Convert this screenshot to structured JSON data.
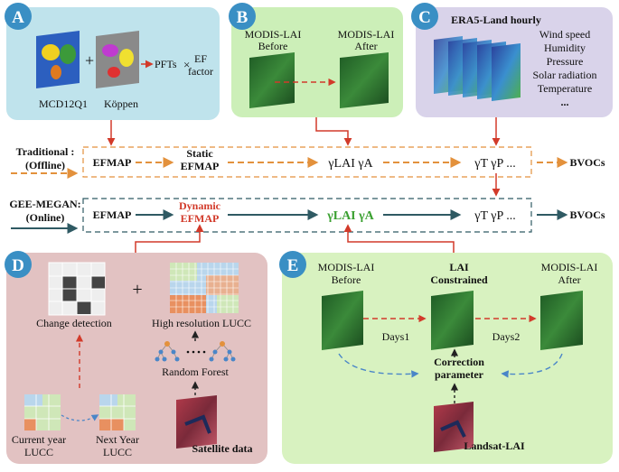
{
  "panel_a": {
    "letter": "A",
    "source_label": "MCD12Q1",
    "koppen_label": "Köppen",
    "plus": "+",
    "pfts": "PFTs",
    "times": "×",
    "ef_line1": "EF",
    "ef_line2": "factor"
  },
  "panel_b": {
    "letter": "B",
    "before_line1": "MODIS-LAI",
    "before_line2": "Before",
    "after_line1": "MODIS-LAI",
    "after_line2": "After"
  },
  "panel_c": {
    "letter": "C",
    "title": "ERA5-Land hourly",
    "vars": [
      "Wind speed",
      "Humidity",
      "Pressure",
      "Solar radiation",
      "Temperature",
      "..."
    ]
  },
  "traditional": {
    "label1": "Traditional :",
    "label2": "(Offline)",
    "efmap": "EFMAP",
    "static1": "Static",
    "static2": "EFMAP",
    "gamma_lai": "γLAI γA",
    "gamma_tp": "γT γP ...",
    "bvocs": "BVOCs"
  },
  "gee": {
    "label1": "GEE-MEGAN:",
    "label2": "(Online)",
    "efmap": "EFMAP",
    "dynamic1": "Dynamic",
    "dynamic2": "EFMAP",
    "gamma_lai": "γLAI γA",
    "gamma_tp": "γT γP ...",
    "bvocs": "BVOCs"
  },
  "panel_d": {
    "letter": "D",
    "change_detection": "Change detection",
    "plus": "+",
    "high_res": "High resolution LUCC",
    "random_forest": "Random Forest",
    "satellite": "Satellite data",
    "current1": "Current year",
    "current2": "LUCC",
    "next1": "Next Year",
    "next2": "LUCC"
  },
  "panel_e": {
    "letter": "E",
    "before1": "MODIS-LAI",
    "before2": "Before",
    "constrained1": "LAI",
    "constrained2": "Constrained",
    "after1": "MODIS-LAI",
    "after2": "After",
    "days1": "Days1",
    "days2": "Days2",
    "correction1": "Correction",
    "correction2": "parameter",
    "landsat": "Landsat-LAI"
  },
  "colors": {
    "panel_a_bg": "#bfe3ec",
    "panel_b_bg": "#ccefb8",
    "panel_c_bg": "#d9d3ea",
    "panel_d_bg": "#e2c2c2",
    "panel_e_bg": "#d8f2c0",
    "badge": "#3a8fc4",
    "orange": "#e3913c",
    "teal": "#2f5a63",
    "red": "#d23a2a",
    "green_text": "#3aa030",
    "blue_dash": "#4a86c8"
  }
}
